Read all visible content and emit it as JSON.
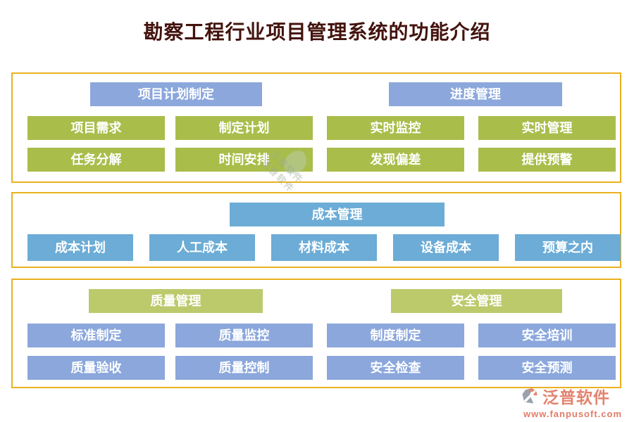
{
  "title": "勘察工程行业项目管理系统的功能介绍",
  "sections": [
    {
      "groups": [
        {
          "header": "项目计划制定",
          "items": [
            "项目需求",
            "制定计划",
            "任务分解",
            "时间安排"
          ]
        },
        {
          "header": "进度管理",
          "items": [
            "实时监控",
            "实时管理",
            "发现偏差",
            "提供预警"
          ]
        }
      ]
    },
    {
      "groups": [
        {
          "header": "成本管理",
          "items": [
            "成本计划",
            "人工成本",
            "材料成本",
            "设备成本",
            "预算之内"
          ]
        }
      ]
    },
    {
      "groups": [
        {
          "header": "质量管理",
          "items": [
            "标准制定",
            "质量监控",
            "质量验收",
            "质量控制"
          ]
        },
        {
          "header": "安全管理",
          "items": [
            "制度制定",
            "安全培训",
            "安全检查",
            "安全预测"
          ]
        }
      ]
    }
  ],
  "watermark": {
    "text": "泛普软件"
  },
  "footer": {
    "brand": "泛普软件",
    "url": "www.fanpusoft.com",
    "icon": "fanpu-logo-icon"
  },
  "colors": {
    "panel_border": "#EAB11F",
    "periwinkle_blue": "#8BA7DC",
    "olive_green": "#A9BD4B",
    "light_green": "#BCCA6C",
    "sky_blue": "#6CACD6",
    "title_text": "#43130D",
    "button_text": "#FFFFFF",
    "brand_text": "#E2836F"
  }
}
